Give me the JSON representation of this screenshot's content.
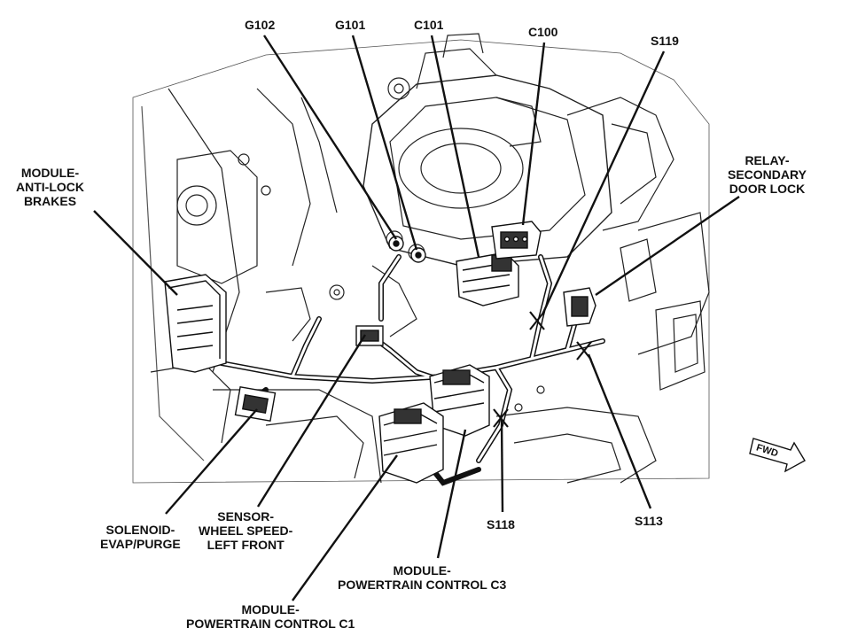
{
  "labels": {
    "g102": "G102",
    "g101": "G101",
    "c101": "C101",
    "c100": "C100",
    "s119": "S119",
    "relay": [
      "RELAY-",
      "SECONDARY",
      "DOOR LOCK"
    ],
    "abs": [
      "MODULE-",
      "ANTI-LOCK",
      "BRAKES"
    ],
    "solenoid": [
      "SOLENOID-",
      "EVAP/PURGE"
    ],
    "sensor": [
      "SENSOR-",
      "WHEEL SPEED-",
      "LEFT FRONT"
    ],
    "s118": "S118",
    "s113": "S113",
    "pcm_c3": [
      "MODULE-",
      "POWERTRAIN CONTROL C3"
    ],
    "pcm_c1": [
      "MODULE-",
      "POWERTRAIN CONTROL C1"
    ],
    "fwd": "FWD"
  }
}
